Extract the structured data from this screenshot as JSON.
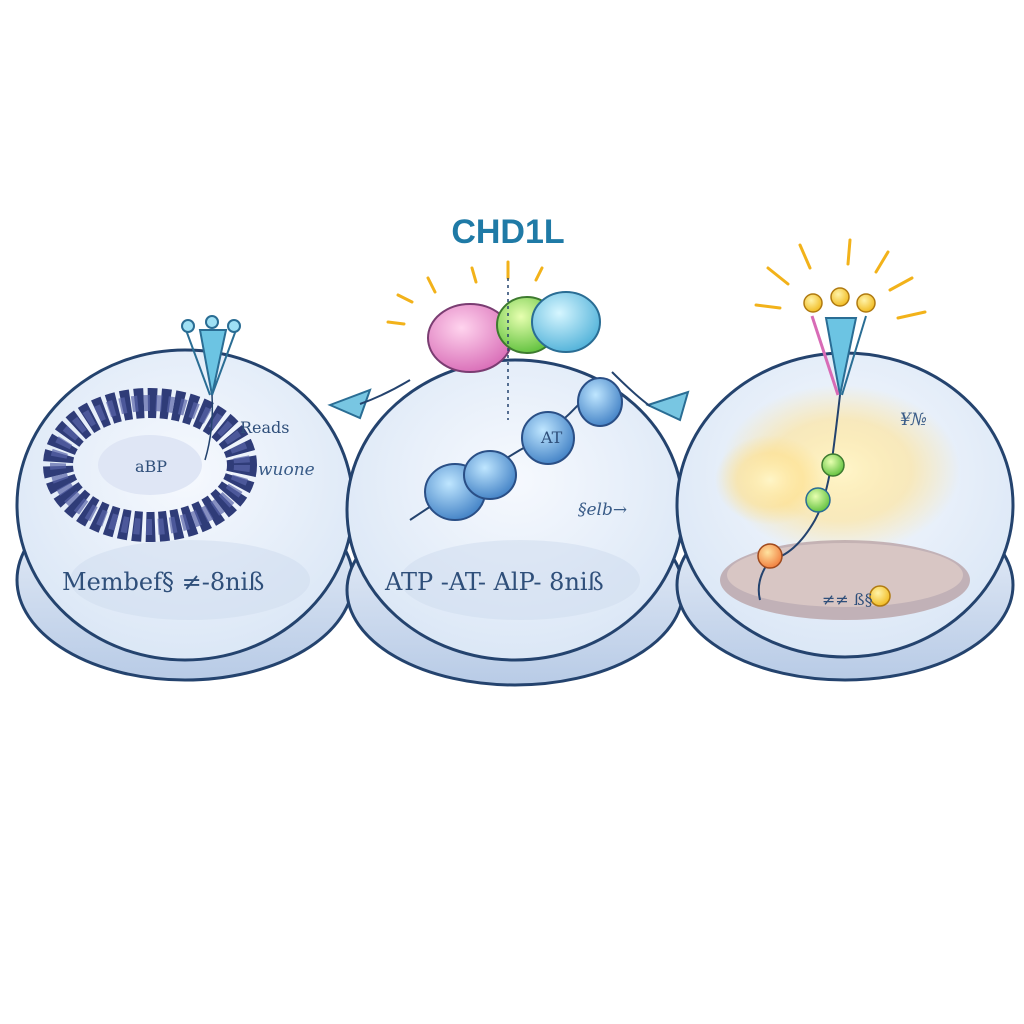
{
  "title": "CHD1L",
  "colors": {
    "cell_rim": "#c7d7ee",
    "cell_fill": "#e9f1fb",
    "outline": "#24436e",
    "chromatin": "#3c4a8a",
    "receptor": "#74c7e4",
    "title": "#1f7aa6",
    "glow": "#ffd35a",
    "arrow": "#78c6e2"
  },
  "cells": [
    {
      "label_a": "Reads",
      "label_b": "wuone",
      "label_c": "Membef§ ≠-8niß",
      "nucleus_label": "aBP"
    },
    {
      "label_a": "ATP -AT- AlP- 8niß",
      "label_b": "§elb→",
      "label_c": "AT"
    },
    {
      "label_a": "¥№",
      "label_c": "≠≠ ß§"
    }
  ]
}
